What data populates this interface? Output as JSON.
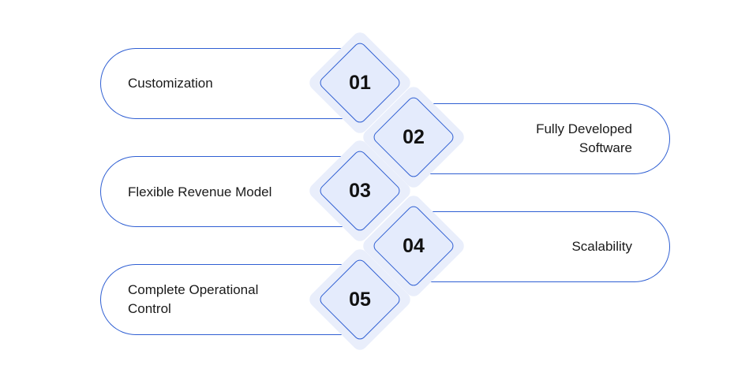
{
  "items": [
    {
      "number": "01",
      "label": "Customization"
    },
    {
      "number": "02",
      "label_line1": "Fully Developed",
      "label_line2": "Software"
    },
    {
      "number": "03",
      "label": "Flexible Revenue Model"
    },
    {
      "number": "04",
      "label": "Scalability"
    },
    {
      "number": "05",
      "label_line1": "Complete Operational",
      "label_line2": "Control"
    }
  ],
  "colors": {
    "outline": "#2f5fd3",
    "diamond_fill": "#e4ebfc",
    "halo": "#e9eefb",
    "text": "#1a1a1a"
  }
}
